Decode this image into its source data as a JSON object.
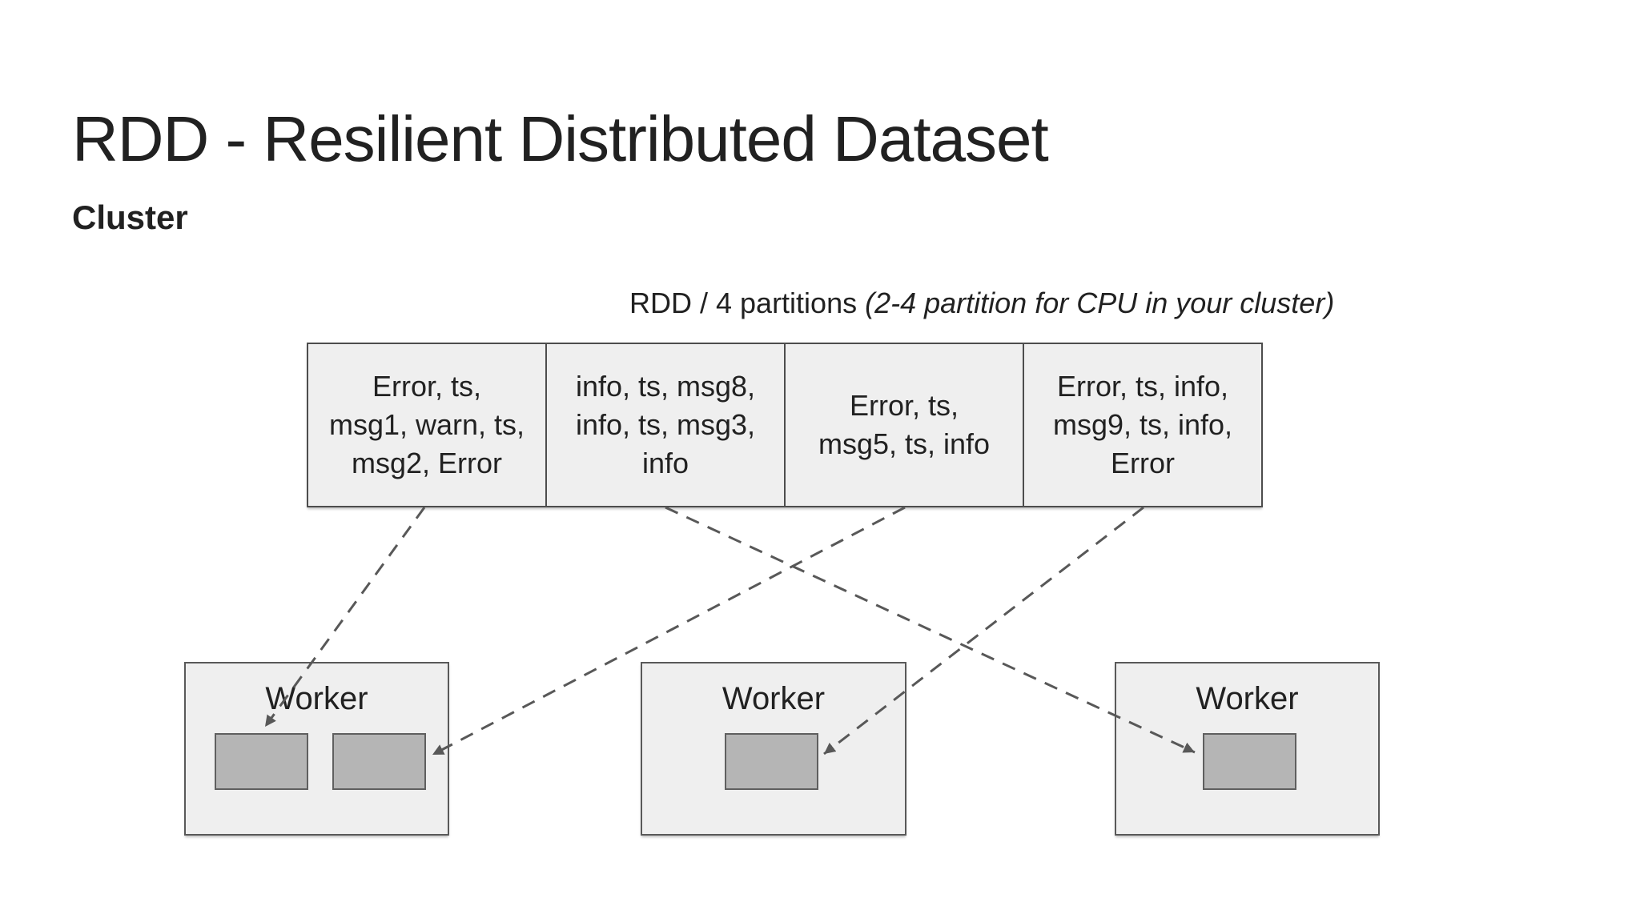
{
  "slide": {
    "title": "RDD - Resilient Distributed Dataset",
    "subtitle": "Cluster"
  },
  "rdd_label": {
    "text": "RDD / 4 partitions ",
    "note_italic": "(2-4 partition for CPU in your cluster)"
  },
  "partitions": [
    {
      "id": "partition-1",
      "text": "Error, ts,\nmsg1, warn, ts,\nmsg2, Error"
    },
    {
      "id": "partition-2",
      "text": "info, ts, msg8,\ninfo, ts, msg3,\ninfo"
    },
    {
      "id": "partition-3",
      "text": "Error, ts,\nmsg5, ts, info"
    },
    {
      "id": "partition-4",
      "text": "Error, ts, info,\nmsg9, ts, info,\nError"
    }
  ],
  "workers": [
    {
      "id": "worker-1",
      "label": "Worker",
      "slot_count": 2
    },
    {
      "id": "worker-2",
      "label": "Worker",
      "slot_count": 1
    },
    {
      "id": "worker-3",
      "label": "Worker",
      "slot_count": 1
    }
  ],
  "assignments": [
    {
      "from": "partition-1",
      "to": "worker-1-slot-1",
      "line": [
        530,
        634,
        331,
        908
      ]
    },
    {
      "from": "partition-3",
      "to": "worker-1-slot-2",
      "line": [
        1130,
        634,
        540,
        943
      ]
    },
    {
      "from": "partition-4",
      "to": "worker-2-slot-1",
      "line": [
        1428,
        634,
        1029,
        942
      ]
    },
    {
      "from": "partition-2",
      "to": "worker-3-slot-1",
      "line": [
        831,
        634,
        1492,
        940
      ]
    }
  ],
  "colors": {
    "box_fill": "#efefef",
    "box_border": "#4d4d4d",
    "worker_border": "#595959",
    "slot_fill": "#b5b5b5",
    "slot_border": "#5f5f5f",
    "arrow": "#585858",
    "text": "#212121"
  }
}
